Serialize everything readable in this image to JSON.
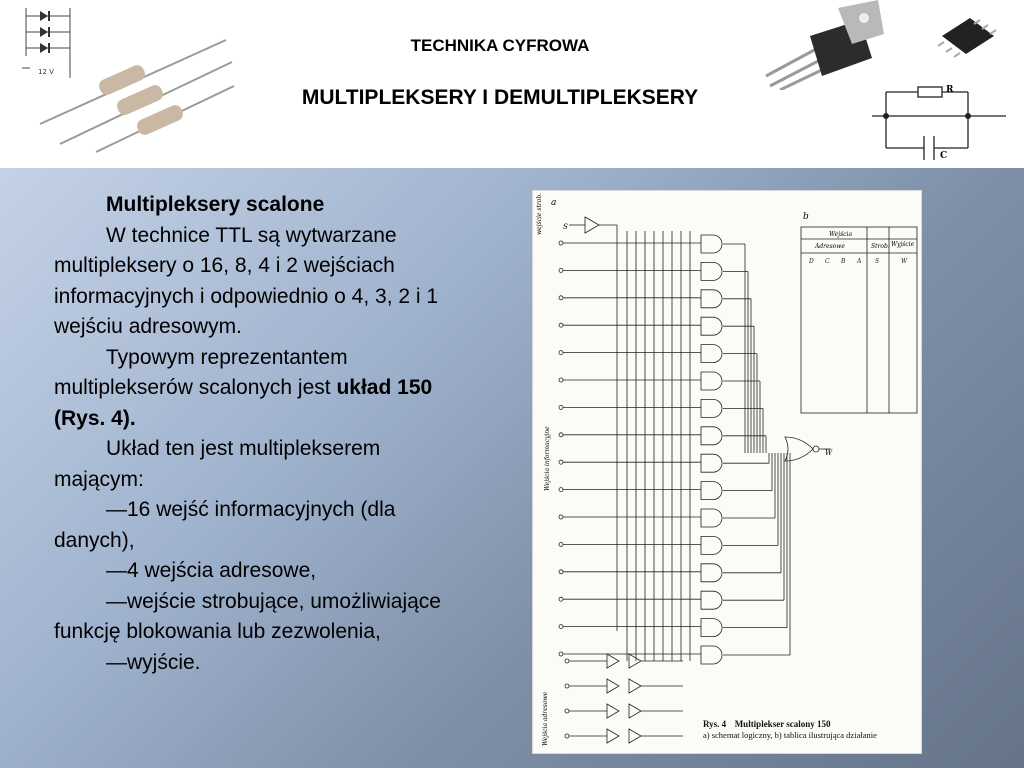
{
  "header": {
    "subtitle": "TECHNIKA CYFROWA",
    "title": "MULTIPLEKSERY I DEMULTIPLEKSERY",
    "decor_icons": [
      "diode-circuit-icon",
      "resistors-icon",
      "transistor-icon",
      "smd-chip-icon",
      "rc-circuit-icon"
    ],
    "decor_labels": {
      "voltage": "12 V",
      "r": "R",
      "c": "C"
    }
  },
  "body": {
    "heading": "Multipleksery scalone",
    "para1": "W technice TTL są wytwarzane multipleksery o 16, 8, 4 i 2 wejściach informacyjnych i odpowiednio o 4, 3, 2 i 1 wejściu adresowym.",
    "para2_start": "Typowym reprezentantem multiplekserów scalonych jest ",
    "para2_bold": "układ 150 (Rys. 4).",
    "para3": "Układ ten jest multiplekserem mającym:",
    "item1": "—16 wejść informacyjnych (dla danych),",
    "item2": "—4 wejścia adresowe,",
    "item3": "—wejście strobujące, umożliwiające funkcję blokowania lub zezwolenia,",
    "item4": "—wyjście."
  },
  "figure": {
    "label_a": "a",
    "label_b": "b",
    "strobe_label": "wejście strob.",
    "info_label": "Wejścia informacyjne",
    "addr_label": "Wejścia adresowe",
    "s_label": "S",
    "w_label": "W",
    "table_headers": {
      "inputs": "Wejścia",
      "address": "Adresowe",
      "strobe": "Strob.",
      "output": "Wyjście",
      "cols": [
        "D",
        "C",
        "B",
        "A",
        "S",
        "W"
      ]
    },
    "caption_rys": "Rys. 4",
    "caption_title": "Multiplekser scalony 150",
    "caption_sub": "a) schemat logiczny, b) tablica ilustrująca działanie"
  }
}
